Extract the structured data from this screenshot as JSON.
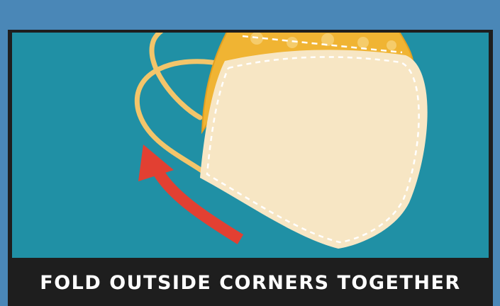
{
  "caption": "FOLD OUTSIDE CORNERS TOGETHER",
  "colors": {
    "background_outer": "#4a87b7",
    "frame": "#1e1e1e",
    "panel_teal": "#2090a5",
    "mask_cream": "#f7e6c4",
    "mask_fabric_yellow": "#f0b433",
    "ear_loop": "#f3c56a",
    "arrow_red": "#e24032",
    "caption_text": "#ffffff"
  },
  "illustration": {
    "subject": "folded face mask with ear loops",
    "arrow_direction": "curved upward-left"
  }
}
